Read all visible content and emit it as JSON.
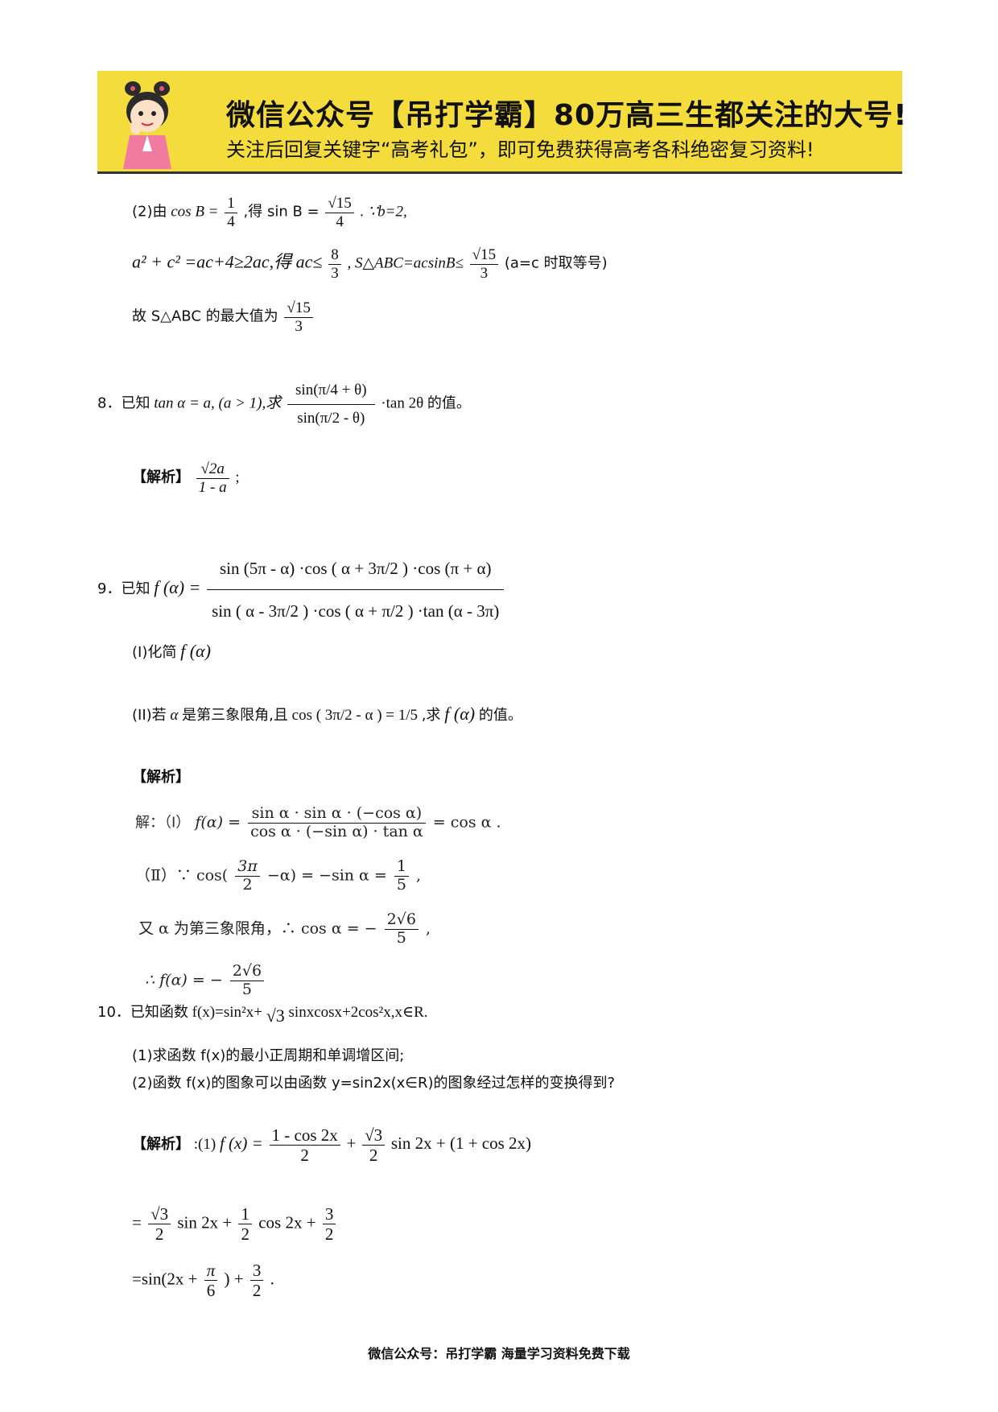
{
  "banner": {
    "title": "微信公众号【吊打学霸】80万高三生都关注的大号!",
    "subtitle": "关注后回复关键字“高考礼包”，即可免费获得高考各科绝密复习资料!"
  },
  "prev_solution": {
    "part2_label": "(2)由",
    "cosB": "cos B =",
    "one": "1",
    "four": "4",
    "get_sinB": ",得 sin B =",
    "root15": "√15",
    "since_b2": ". ∵b=2,",
    "a2c2": "a² + c² =ac+4≥2ac,得 ac≤",
    "eight": "8",
    "three": "3",
    "area_expr": ",   S△ABC=acsinB≤",
    "equal_cond": "(a=c 时取等号)",
    "max_prefix": "故 S△ABC 的最大值为"
  },
  "q8": {
    "number": "8．已知",
    "cond": "tan α = a, (a > 1),求",
    "num": "sin(π/4 + θ)",
    "den": "sin(π/2 - θ)",
    "tail": "·tan 2θ",
    "suffix": "的值。",
    "answer_label": "【解析】",
    "ans_num": "√2a",
    "ans_den": "1 - a",
    "ans_end": ";"
  },
  "q9": {
    "number": "9．已知",
    "lhs": "f (α) =",
    "num": "sin (5π - α) ·cos ( α + 3π/2 ) ·cos (π + α)",
    "den": "sin ( α - 3π/2 ) ·cos ( α + π/2 ) ·tan (α - 3π)",
    "part1": "(I)化简",
    "part1_expr": "f (α)",
    "part2_pre": "(II)若",
    "part2_alpha": "α",
    "part2_mid": "是第三象限角,且",
    "part2_cond": "cos ( 3π/2 - α ) = 1/5",
    "part2_post": ",求",
    "part2_expr": "f (α)",
    "part2_end": "的值。",
    "answer_label": "【解析】",
    "sol1_pre": "解：（Ⅰ）",
    "sol1_lhs": "f(α) =",
    "sol1_num": "sin α · sin α · (−cos α)",
    "sol1_den": "cos α · (−sin α) · tan α",
    "sol1_rhs": "= cos α .",
    "sol2_pre": "（Ⅱ）∵ cos(",
    "sol2_mid": "−α) = −sin α =",
    "sol2_end": ",",
    "sol3_pre": "又 α 为第三象限角，∴ cos α = −",
    "sol3_end": ",",
    "sol4_pre": "∴ f(α) = −",
    "two_root6": "2√6",
    "five": "5",
    "one": "1",
    "threepi": "3π",
    "two": "2"
  },
  "q10": {
    "number": "10．已知函数",
    "func": "f(x)=sin²x+",
    "root3": "√3",
    "func_tail": "sinxcosx+2cos²x,x∈R.",
    "part1": "(1)求函数 f(x)的最小正周期和单调增区间;",
    "part2": "(2)函数 f(x)的图象可以由函数 y=sin2x(x∈R)的图象经过怎样的变换得到?",
    "answer_label": "【解析】",
    "ans_part": ":(1)",
    "step1_lhs": "f (x) =",
    "step1_num": "1 - cos 2x",
    "step1_mid": "+",
    "step1_tail": "sin 2x + (1 + cos 2x)",
    "step2_eq": "=",
    "step2_a": "sin 2x +",
    "step2_b": "cos 2x +",
    "step3": "=sin(2x +",
    "step3_pi": "π",
    "step3_six": "6",
    "step3_end": ") +",
    "step3_dot": ".",
    "one": "1",
    "two": "2",
    "three": "3"
  },
  "footer": "微信公众号：吊打学霸  海量学习资料免费下载"
}
